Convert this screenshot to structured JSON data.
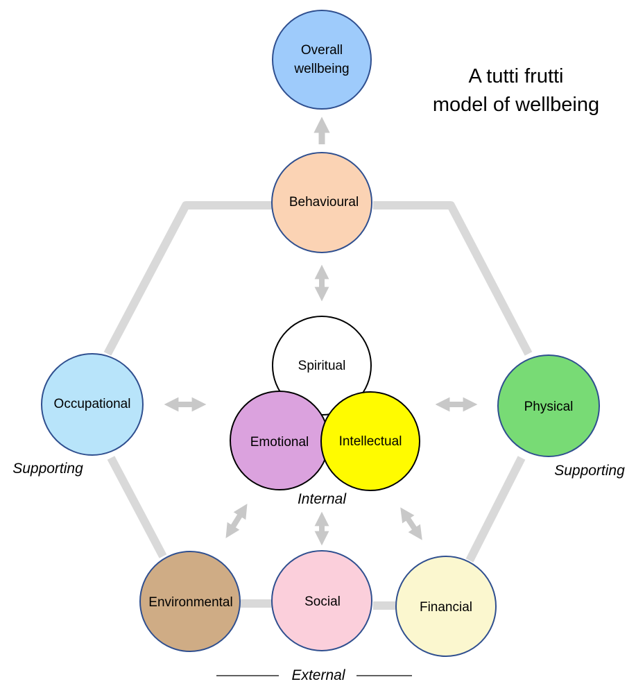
{
  "title": [
    "A tutti frutti",
    "model of wellbeing"
  ],
  "nodes": {
    "overall": {
      "label": [
        "Overall",
        "wellbeing"
      ],
      "fill": "#9ecbfb"
    },
    "behavioural": {
      "label": [
        "Behavioural"
      ],
      "fill": "#fbd3b4"
    },
    "spiritual": {
      "label": [
        "Spiritual"
      ],
      "fill": "#ffffff"
    },
    "emotional": {
      "label": [
        "Emotional"
      ],
      "fill": "#dba2de"
    },
    "intellectual": {
      "label": [
        "Intellectual"
      ],
      "fill": "#fffb00"
    },
    "occupational": {
      "label": [
        "Occupational"
      ],
      "fill": "#b8e4fa"
    },
    "physical": {
      "label": [
        "Physical"
      ],
      "fill": "#78db75"
    },
    "environmental": {
      "label": [
        "Environmental"
      ],
      "fill": "#cfac85"
    },
    "social": {
      "label": [
        "Social"
      ],
      "fill": "#fbcfdb"
    },
    "financial": {
      "label": [
        "Financial"
      ],
      "fill": "#fbf7cf"
    }
  },
  "group_labels": {
    "supporting_left": "Supporting",
    "supporting_right": "Supporting",
    "internal": "Internal",
    "external": "External"
  },
  "colors": {
    "circle_stroke": "#2f4f8f",
    "connector": "#d9d9d9",
    "arrow": "#c8c8c8",
    "text": "#000000"
  }
}
